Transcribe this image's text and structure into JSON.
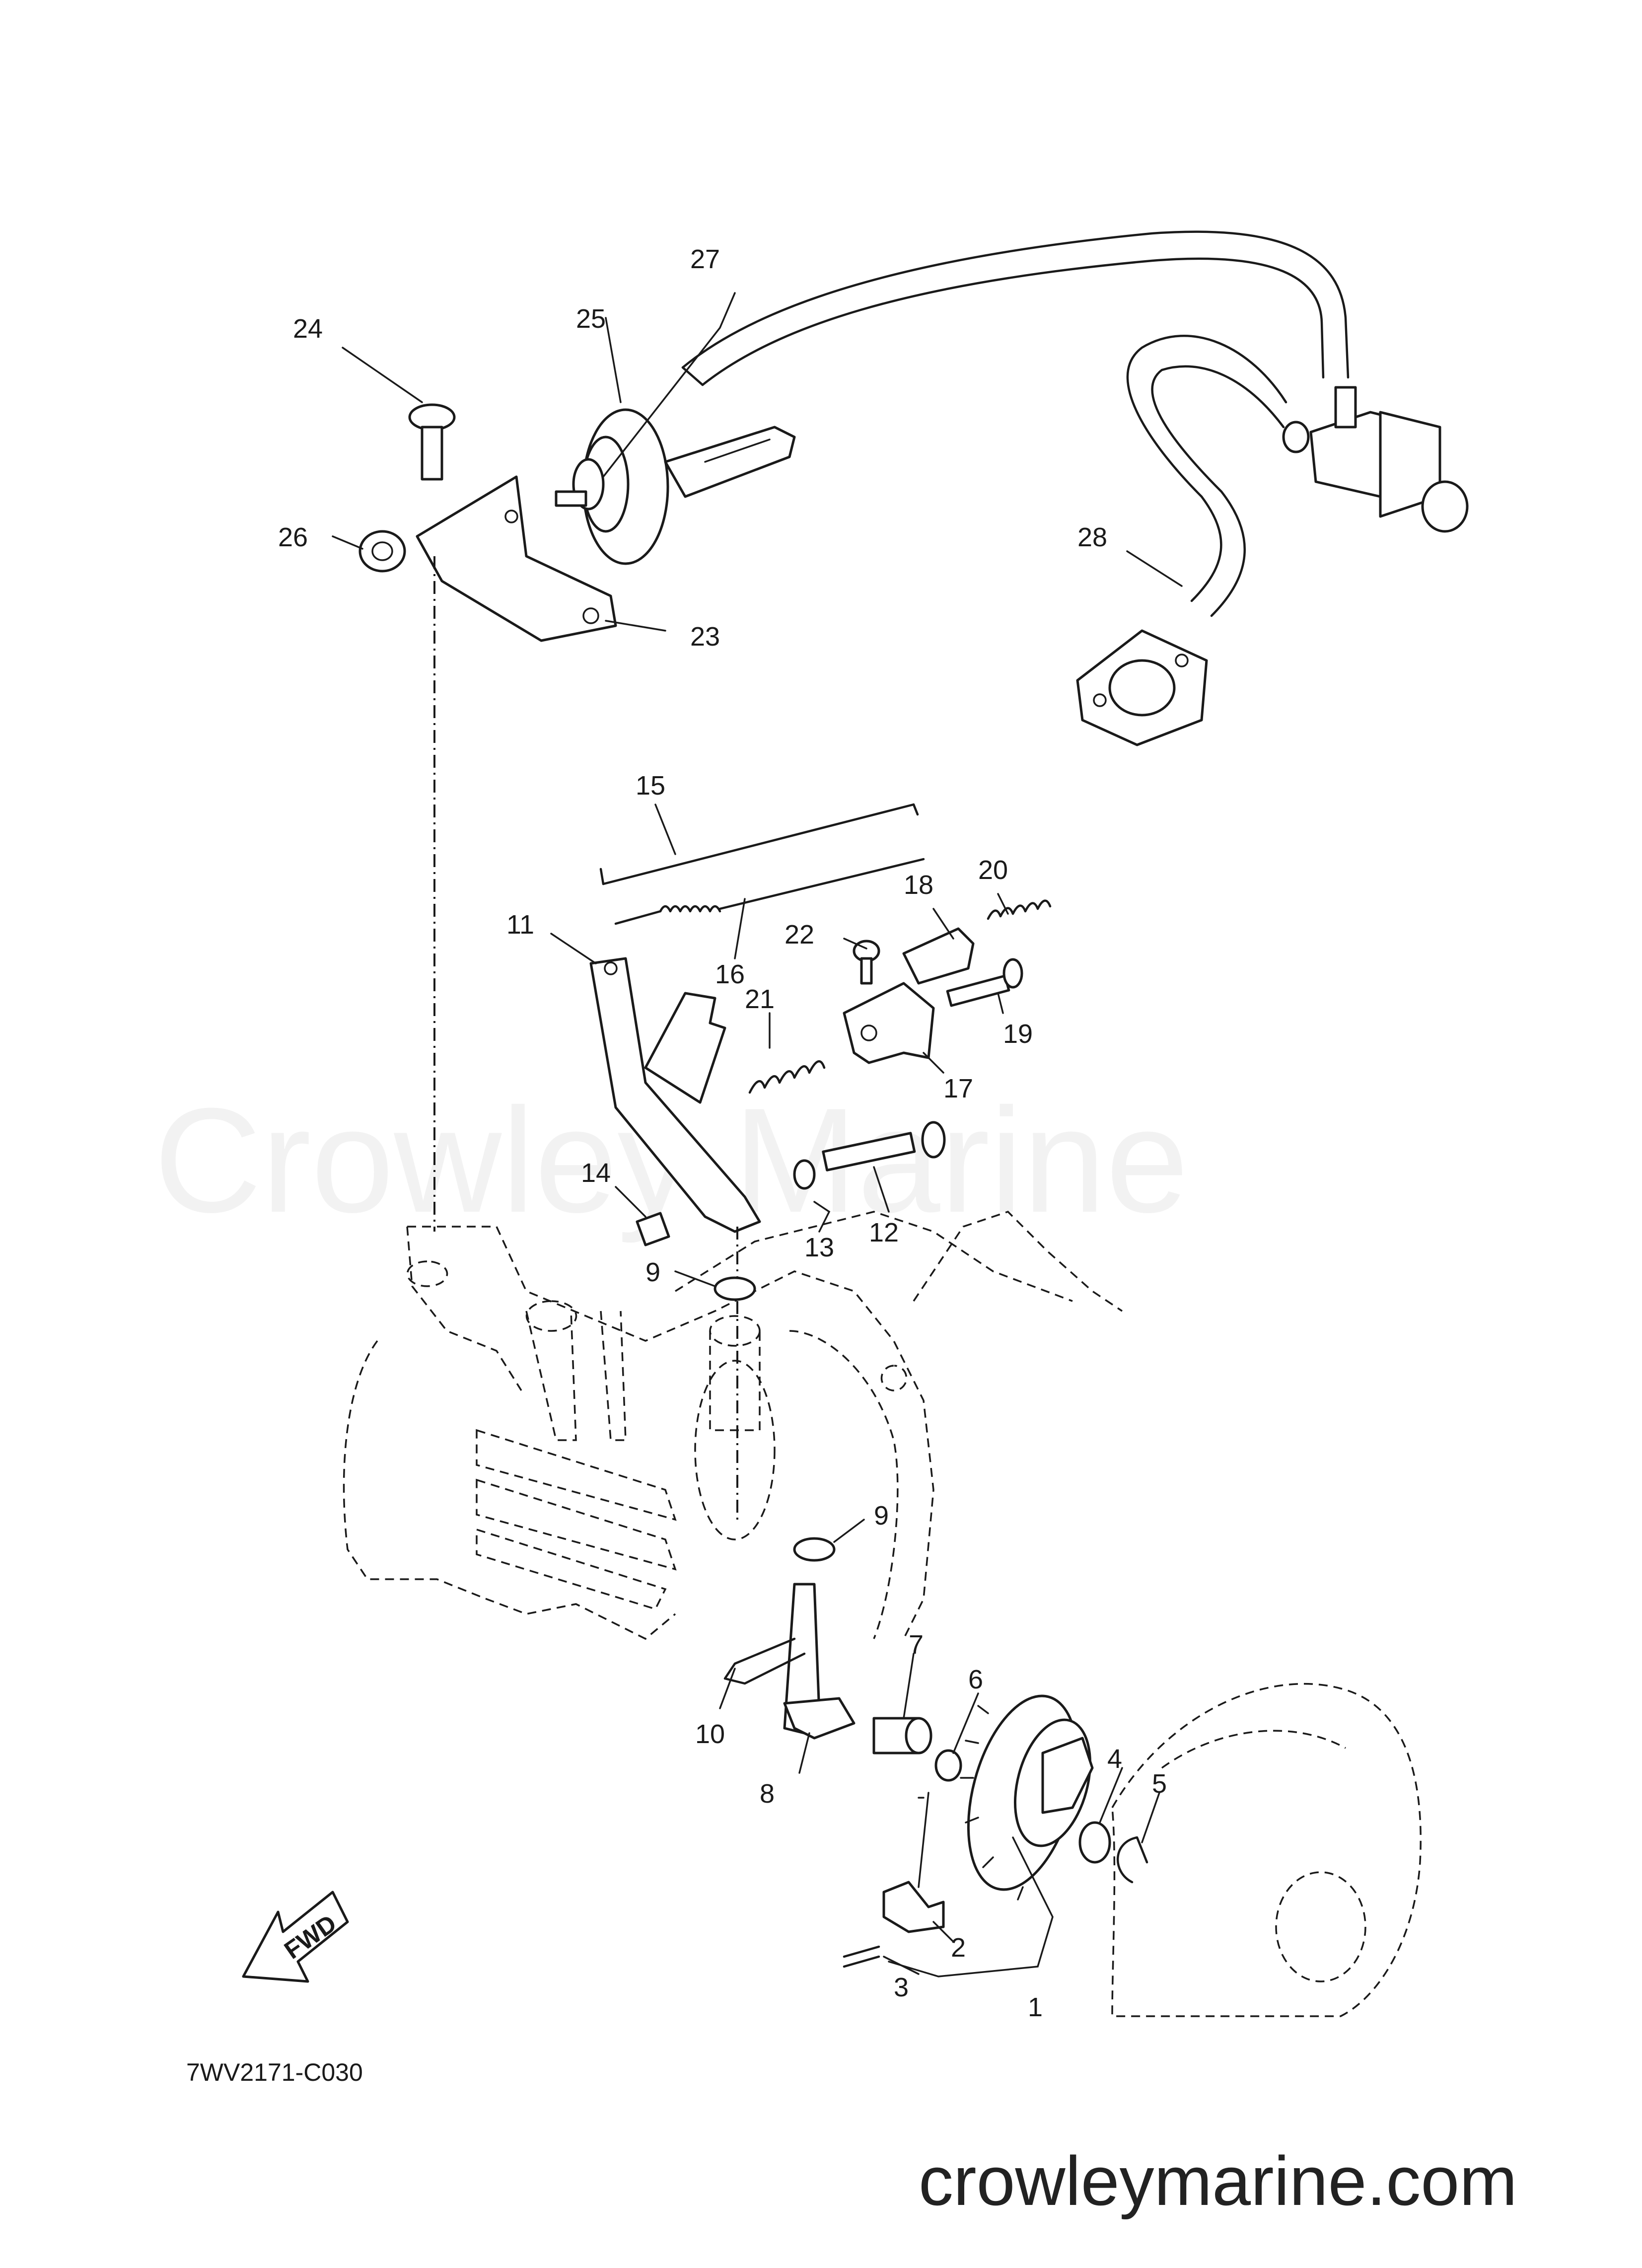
{
  "diagram": {
    "drawing_code": "7WV2171-C030",
    "direction_arrow_label": "FWD",
    "watermark": "Crowley Marine",
    "site_footer": "crowleymarine.com",
    "callouts": {
      "c1": "1",
      "c2": "2",
      "c3": "3",
      "c4": "4",
      "c5": "5",
      "c6": "6",
      "c7": "7",
      "c8": "8",
      "c9a": "9",
      "c9b": "9",
      "c10": "10",
      "c11": "11",
      "c12": "12",
      "c13": "13",
      "c14": "14",
      "c15": "15",
      "c16": "16",
      "c17": "17",
      "c18": "18",
      "c19": "19",
      "c20": "20",
      "c21": "21",
      "c22": "22",
      "c23": "23",
      "c24": "24",
      "c25": "25",
      "c26": "26",
      "c27": "27",
      "c28": "28"
    }
  }
}
